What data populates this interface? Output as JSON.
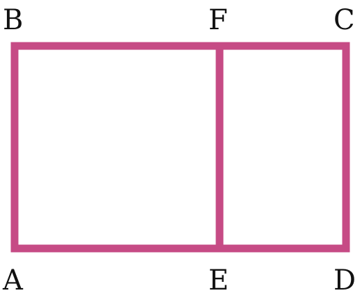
{
  "diagram": {
    "stroke_color": "#c64b85",
    "vertices": {
      "A": "A",
      "B": "B",
      "C": "C",
      "D": "D",
      "E": "E",
      "F": "F"
    }
  }
}
